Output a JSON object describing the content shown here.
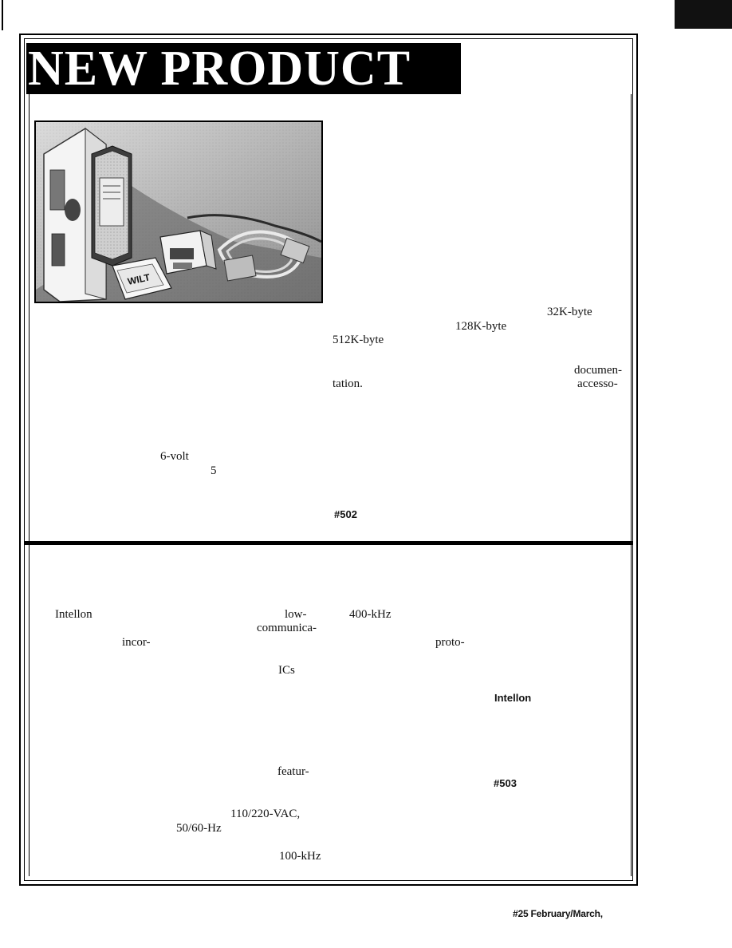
{
  "header": {
    "banner_title": "NEW PRODUCT"
  },
  "top_right_column": {
    "frag_32k": "32K-byte",
    "frag_128k": "128K-byte",
    "frag_512k": "512K-byte",
    "frag_documen": "documen-",
    "frag_tation": "tation.",
    "frag_accesso": "accesso-",
    "frag_ref": "#502"
  },
  "top_left_column": {
    "frag_6volt": "6-volt",
    "frag_5": "5"
  },
  "bottom_left_column": {
    "frag_intellon": "Intellon",
    "frag_low": "low-",
    "frag_communica": "communica-",
    "frag_incor": "incor-",
    "frag_ics": "ICs",
    "frag_featur": "featur-",
    "frag_vac": "110/220-VAC,",
    "frag_hz": "50/60-Hz",
    "frag_100khz": "100-kHz"
  },
  "bottom_right_column": {
    "frag_400khz": "400-kHz",
    "frag_proto": "proto-",
    "frag_intellon_bold": "Intellon",
    "frag_ref": "#503"
  },
  "footer": {
    "issue": "#25 February/March,"
  },
  "photo": {
    "label": "WILT"
  }
}
